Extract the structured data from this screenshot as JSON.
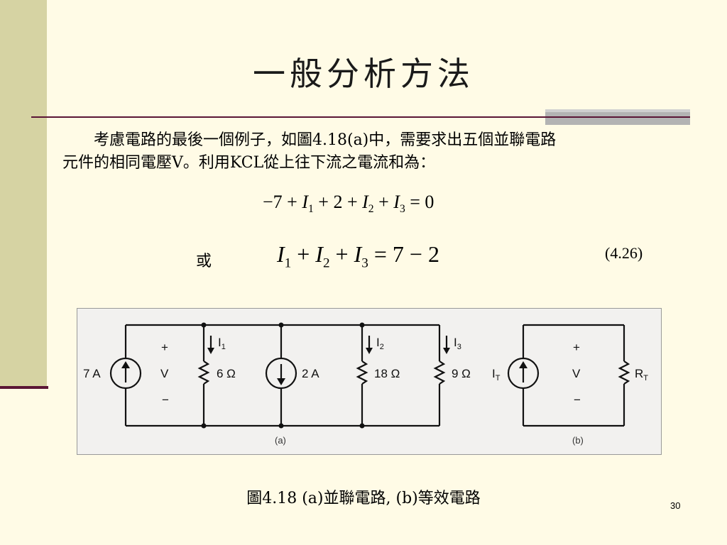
{
  "slide": {
    "title": "一般分析方法",
    "paragraph_line1": "考慮電路的最後一個例子，如圖4.18(a)中，需要求出五個並聯電路",
    "paragraph_line2": "元件的相同電壓V。利用KCL從上往下流之電流和為：",
    "or_word": "或",
    "equation_number": "(4.26)",
    "caption": "圖4.18 (a)並聯電路, (b)等效電路",
    "page_number": "30"
  },
  "equations": {
    "eq1": {
      "t1": "−7 + ",
      "v1": "I",
      "s1": "1",
      "t2": " + 2 + ",
      "v2": "I",
      "s2": "2",
      "t3": " + ",
      "v3": "I",
      "s3": "3",
      "t4": " = 0"
    },
    "eq2": {
      "v1": "I",
      "s1": "1",
      "t1": " + ",
      "v2": "I",
      "s2": "2",
      "t2": " + ",
      "v3": "I",
      "s3": "3",
      "t3": " = 7 − 2"
    }
  },
  "figure": {
    "circuit_a": {
      "source1": "7 A",
      "resistor1": "6 Ω",
      "source2": "2 A",
      "resistor2": "18 Ω",
      "resistor3": "9 Ω",
      "current1": "I",
      "current1_sub": "1",
      "current2": "I",
      "current2_sub": "2",
      "current3": "I",
      "current3_sub": "3",
      "plus": "+",
      "voltage": "V",
      "minus": "−",
      "label": "(a)"
    },
    "circuit_b": {
      "source": "I",
      "source_sub": "T",
      "resistor": "R",
      "resistor_sub": "T",
      "plus": "+",
      "voltage": "V",
      "minus": "−",
      "label": "(b)"
    }
  },
  "colors": {
    "background": "#fffbe6",
    "left_band": "#d6d3a3",
    "accent_rule": "#5a1535",
    "gray_rule": "#b3b3b3"
  }
}
